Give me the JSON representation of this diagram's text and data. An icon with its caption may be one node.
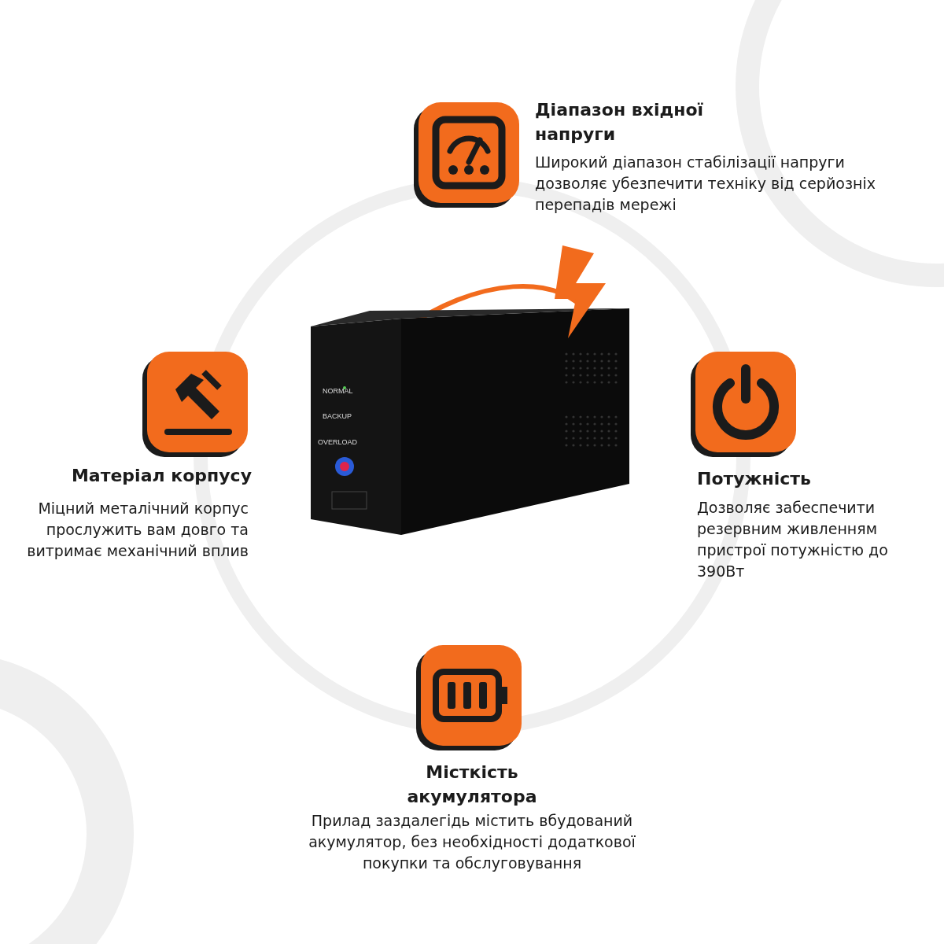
{
  "diagram": {
    "labels": [
      "Діапазон вхідної напруги",
      "Широкий діапазон стабілізації напруги дозволяє убезпечити техніку від серйозніх перепадів мережі",
      "Матеріал корпусу",
      "Міцний металічний корпус прослужить вам довго та витримає механічний вплив",
      "Потужність",
      "Дозволяє забеспечити резервним живленням пристрої потужністю до 390Вт",
      "Місткість акумулятора",
      "Прилад заздалегідь містить вбудований акумулятор, без необхідності додаткової покупки та обслуговування",
      "NORMAL",
      "BACKUP",
      "OVERLOAD"
    ]
  }
}
